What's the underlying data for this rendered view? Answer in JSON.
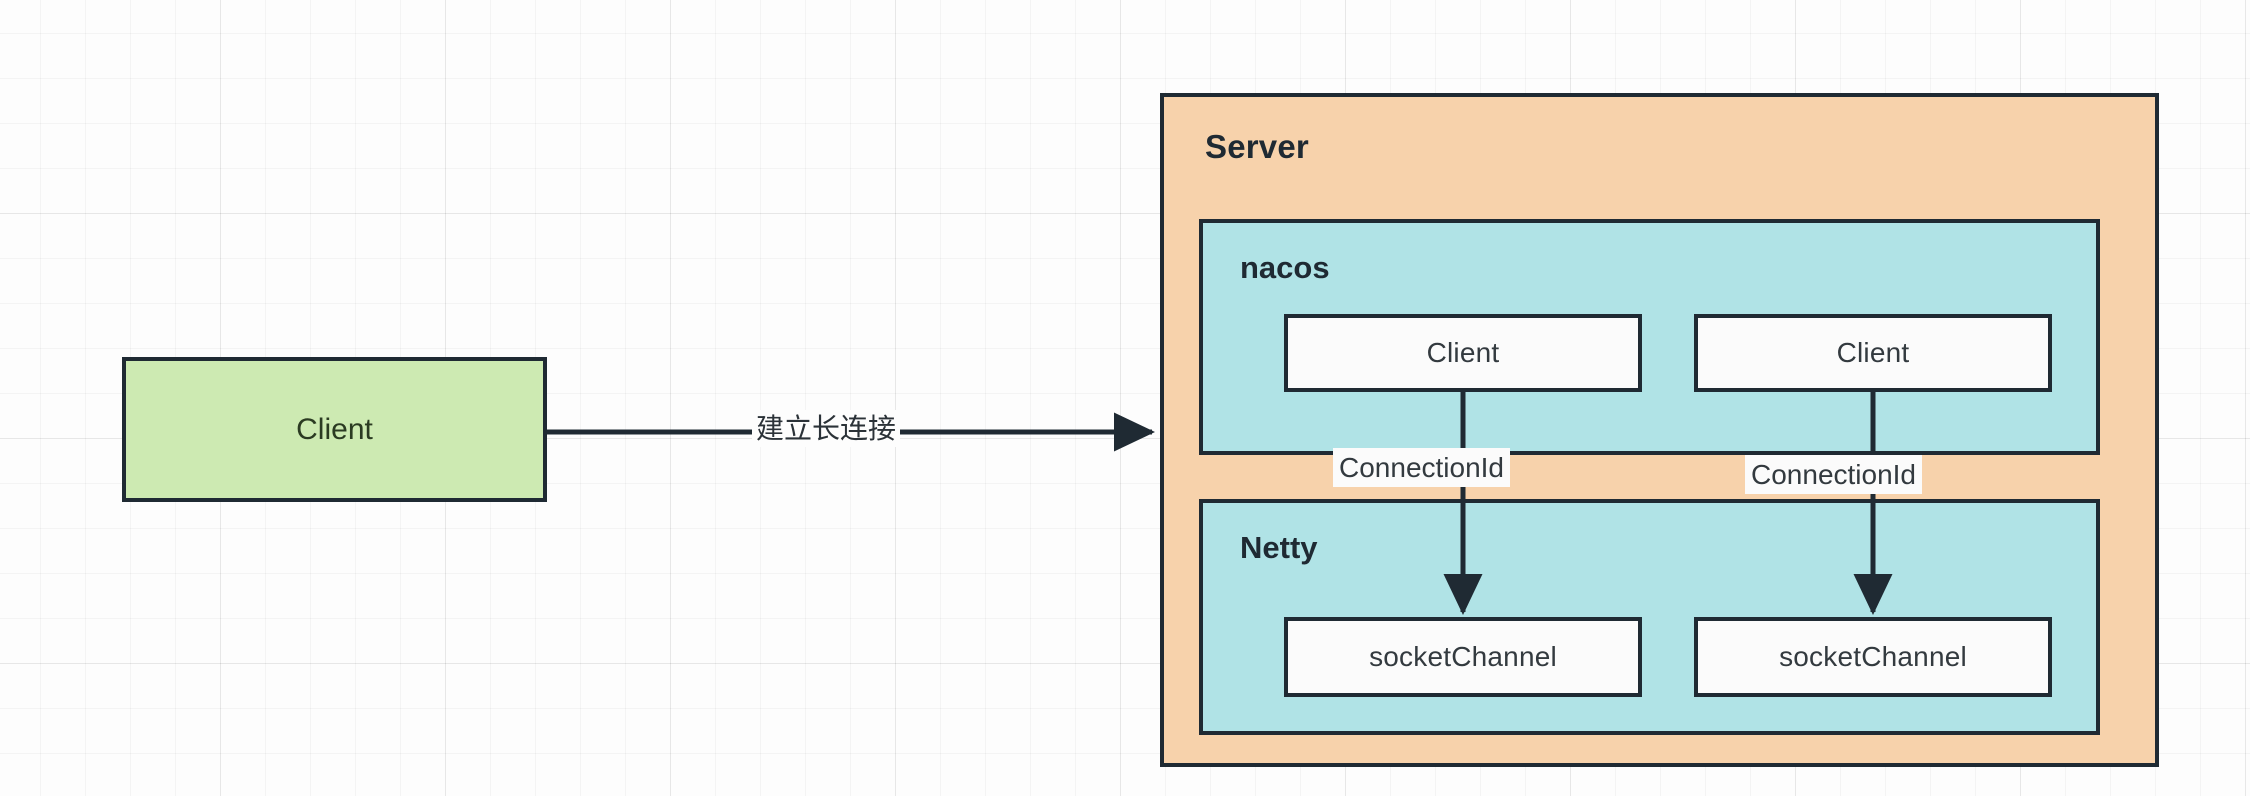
{
  "diagram": {
    "title": "nacos long-connection architecture",
    "background": {
      "canvas_color": "#fdfdfd",
      "grid": "light-gray-graph-paper"
    },
    "colors": {
      "server_fill": "#f7d2ab",
      "group_fill": "#b0e3e6",
      "client_fill": "#cdeab2",
      "node_fill": "#fbfbfb",
      "stroke": "#1f2a33",
      "text": "#333a3f"
    },
    "nodes": {
      "client_left": {
        "label": "Client"
      },
      "server": {
        "label": "Server"
      },
      "nacos": {
        "label": "nacos"
      },
      "netty": {
        "label": "Netty"
      },
      "nacos_client_1": {
        "label": "Client"
      },
      "nacos_client_2": {
        "label": "Client"
      },
      "socket_channel_1": {
        "label": "socketChannel"
      },
      "socket_channel_2": {
        "label": "socketChannel"
      }
    },
    "edges": {
      "client_to_server": {
        "label": "建立长连接",
        "arrow": true
      },
      "client1_to_socket1": {
        "label": "ConnectionId",
        "arrow": true
      },
      "client2_to_socket2": {
        "label": "ConnectionId",
        "arrow": true
      }
    }
  }
}
